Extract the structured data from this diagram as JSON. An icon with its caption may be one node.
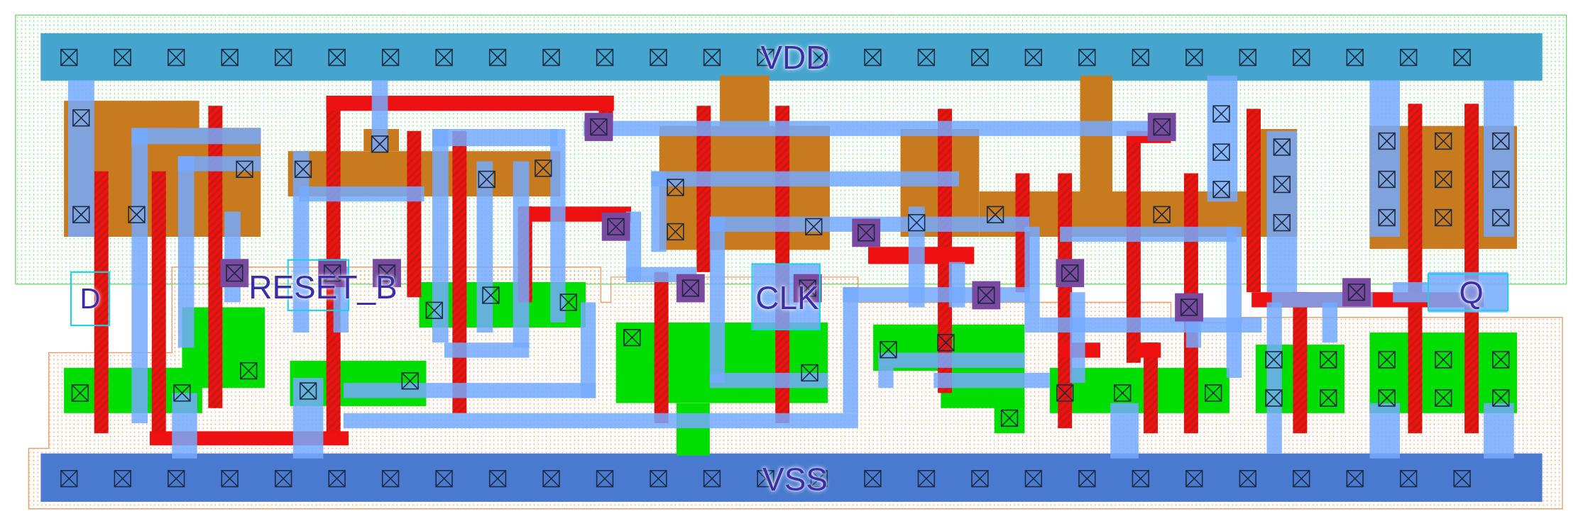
{
  "diagram": {
    "nodes": [
      {
        "text": [
          "VDD"
        ]
      },
      {
        "text": [
          "D"
        ]
      },
      {
        "text": [
          "RESET_B"
        ]
      },
      {
        "text": [
          "CLK"
        ]
      },
      {
        "text": [
          "Q"
        ]
      },
      {
        "text": [
          "VSS"
        ]
      }
    ]
  }
}
